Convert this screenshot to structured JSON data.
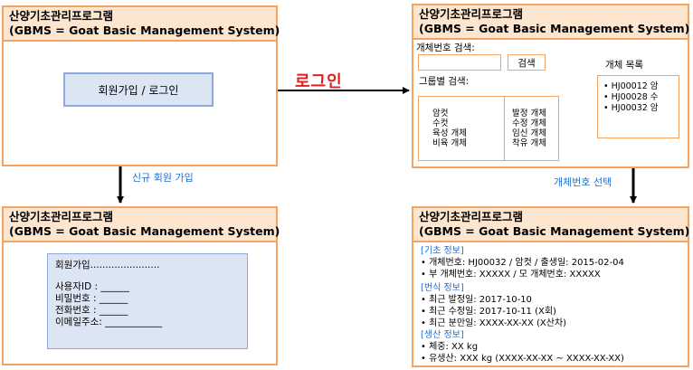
{
  "app": {
    "title": "산양기초관리프로그램",
    "subtitle": "(GBMS = Goat Basic Management System)"
  },
  "login_panel": {
    "button": "회원가입 / 로그인"
  },
  "flow_labels": {
    "login": "로그인",
    "signup": "신규 회원 가입",
    "select_id": "개체번호 선택"
  },
  "signup_panel": {
    "heading": "회원가입.......................",
    "fields": [
      "사용자ID : ______",
      "비밀번호 : ______",
      "전화번호 : ______",
      "이메일주소: ____________"
    ]
  },
  "search_panel": {
    "id_search_label": "개체번호 검색:",
    "search_button": "검색",
    "group_search_label": "그룹별 검색:",
    "group_left": [
      "암컷",
      "수컷",
      "육성 개체",
      "비육 개체"
    ],
    "group_right": [
      "발정 개체",
      "수정 개체",
      "임신 개체",
      "착유 개체"
    ],
    "list_title": "개체 목록",
    "list_items": [
      "• HJ00012  암",
      "• HJ00028 수",
      "• HJ00032 암"
    ]
  },
  "detail_panel": {
    "sections": [
      {
        "label": "[기초 정보]",
        "lines": [
          "•    개체번호: HJ00032 / 암컷 / 출생일: 2015-02-04",
          "•    부 개체번호: XXXXX / 모 개체번호: XXXXX"
        ]
      },
      {
        "label": "[번식 정보]",
        "lines": [
          "•    최근 발정일: 2017-10-10",
          "•    최근 수정일: 2017-10-11 (X회)",
          "•    최근 분만일: XXXX-XX-XX (X산차)"
        ]
      },
      {
        "label": "[생산 정보]",
        "lines": [
          "•    체중:  XX kg",
          "•    유생산: XXX kg (XXXX-XX-XX ~ XXXX-XX-XX)"
        ]
      }
    ]
  },
  "colors": {
    "panel_border": "#f4a460",
    "panel_header": "#fde6cf",
    "login_box": "#dbe5f4",
    "login_border": "#8eaadb",
    "red_label": "#e02020",
    "blue_label": "#1f6fd1"
  }
}
